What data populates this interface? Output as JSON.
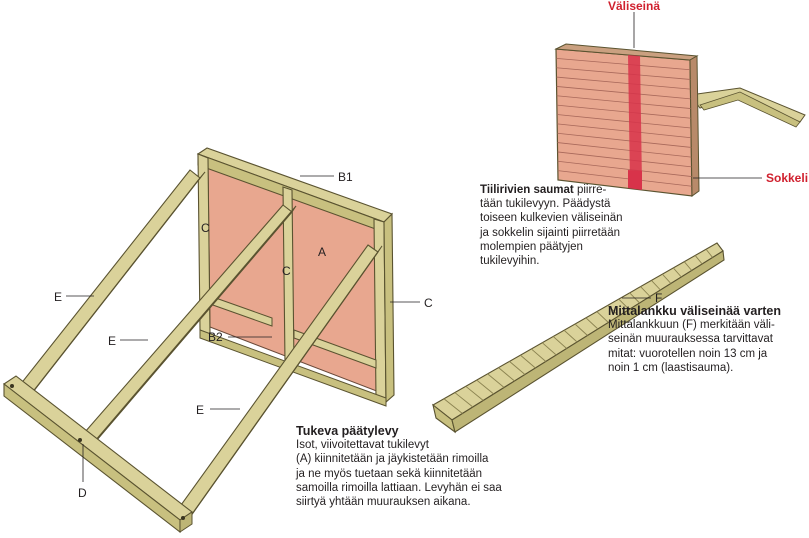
{
  "labels": {
    "valiseina": "Väliseinä",
    "sokkeli": "Sokkeli",
    "b1": "B1",
    "b2": "B2",
    "a": "A",
    "c_left": "C",
    "c_mid": "C",
    "c_right": "C",
    "d": "D",
    "e_top": "E",
    "e_mid": "E",
    "e_low": "E",
    "f": "F"
  },
  "notes": {
    "tiilirivien": {
      "lead": "Tiilirivien saumat",
      "body": " piirre-\ntään tukilevyyn. Päädystä\ntoiseen kulkevien väliseinän\nja sokkelin sijainti piirretään\nmolempien päätyjen\ntukilevyihin."
    },
    "mittalankku": {
      "title": "Mittalankku väliseinää varten",
      "body": "Mittalankkuun (F) merkitään väli-\nseinän muurauksessa tarvittavat\nmitat: vuorotellen noin 13 cm ja\nnoin 1 cm (laastisauma)."
    },
    "tukeva": {
      "title": "Tukeva päätylevy",
      "body": "Isot, viivoitettavat tukilevyt\n(A) kiinnitetään ja jäykistetään rimoilla\nja ne myös tuetaan sekä kiinnitetään\nsamoilla rimoilla lattiaan. Levyhän ei saa\nsiirtyä yhtään muurauksen aikana."
    }
  },
  "colors": {
    "wood": "#dad29a",
    "wood_edge": "#5a5330",
    "board": "#e8a78f",
    "wall_red": "#d8334a"
  }
}
